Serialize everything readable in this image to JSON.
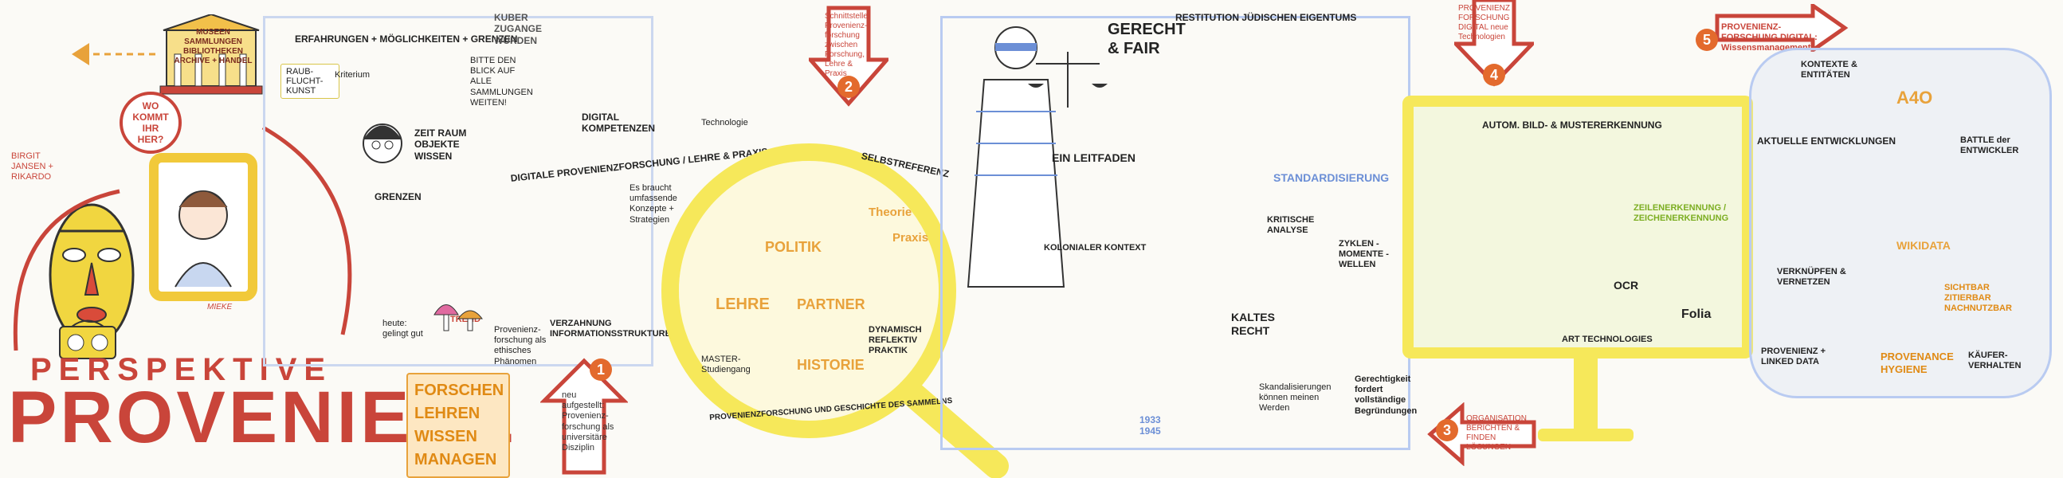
{
  "header": {
    "perspektive": "PERSPEKTIVE",
    "provenienz": "PROVENIENZ",
    "pillars": [
      "FORSCHEN",
      "LEHREN",
      "WISSEN",
      "MANAGEN"
    ],
    "museum_sign": "MUSEEN SAMMLUNGEN BIBLIOTHEKEN ARCHIVE + HANDEL",
    "speech": "WO KOMMT IHR HER?",
    "authors": "BIRGIT JANSEN + RIKARDO",
    "mieke": "MIEKE"
  },
  "section1": {
    "top_title": "ERFAHRUNGEN + MÖGLICHKEITEN + GRENZEN",
    "raubkunst": "RAUB-FLUCHT-KUNST",
    "kriterium": "Kriterium",
    "bitte": "BITTE DEN BLICK AUF ALLE SAMMLUNGEN WEITEN!",
    "zeit": "ZEIT RAUM OBJEKTE WISSEN",
    "grenzen": "GRENZEN",
    "trend": "TREND",
    "heute": "heute: gelingt gut",
    "provenienz_forschung": "Provenienz-forschung als ethisches Phänomen",
    "kuber": "KUBER ZUGANGE WURDEN",
    "digital": "DIGITALE PROVENIENZFORSCHUNG / LEHRE & PRAXIS",
    "digital_komp": "DIGITAL KOMPETENZEN",
    "technologie": "Technologie",
    "braucht": "Es braucht umfassende Konzepte + Strategien",
    "verzahnung": "VERZAHNUNG INFORMATIONSSTRUKTUREN",
    "arrow_num": "1",
    "arrow_text": "neu aufgestellt: Provenienz-forschung als universitäre Disziplin"
  },
  "section2": {
    "num": "2",
    "arrow_text": "Schnittstelle: Provenienz-forschung zwischen Forschung, Lehre & Praxis",
    "selbstreferenz": "SELBSTREFERENZ",
    "politik": "POLITIK",
    "lehre": "LEHRE",
    "partner": "PARTNER",
    "historie": "HISTORIE",
    "praxis": "Praxis",
    "theorie": "Theorie",
    "dynamisch": "DYNAMISCH REFLEKTIV PRAKTIK",
    "master": "MASTER-Studiengang",
    "ring_bottom": "PROVENIENZFORSCHUNG UND GESCHICHTE DES SAMMELNS"
  },
  "section3": {
    "gerecht": "GERECHT & FAIR",
    "restitution": "RESTITUTION JÜDISCHEN EIGENTUMS",
    "leitfaden": "EIN LEITFADEN",
    "kontext": "KOLONIALER KONTEXT",
    "standard": "STANDARDISIERUNG",
    "kritisch": "KRITISCHE ANALYSE",
    "kaltes": "KALTES RECHT",
    "zyklen": "ZYKLEN - MOMENTE - WELLEN",
    "skandal": "Skandalisierungen können meinen Werden",
    "gerecht_verlangt": "Gerechtigkeit fordert vollständige Begründungen",
    "nazi": "1933 1945"
  },
  "section4": {
    "num": "4",
    "heading": "PROVENIENZ FORSCHUNG DIGITAL neue Technologien",
    "bild": "AUTOM. BILD- & MUSTERERKENNUNG",
    "zeilen": "ZEILENERKENNUNG / ZEICHENERKENNUNG",
    "folia": "Folia",
    "ocr": "OCR",
    "art_tech": "ART TECHNOLOGIES",
    "num3": "3",
    "bottom": "ORGANISATION BERICHTEN & FINDEN LÖSUNGEN"
  },
  "section5": {
    "num": "5",
    "heading": "PROVENIENZ-FORSCHUNG DIGITAL: Wissensmanagement",
    "kontexte": "KONTEXTE & ENTITÄTEN",
    "a40": "A4O",
    "entwicklungen": "AKTUELLE ENTWICKLUNGEN",
    "battle": "BATTLE der ENTWICKLER",
    "wikidata": "WIKIDATA",
    "sichtbar": "SICHTBAR ZITIERBAR NACHNUTZBAR",
    "linked": "PROVENIENZ + LINKED DATA",
    "hygiene": "PROVENANCE HYGIENE",
    "kaufer": "KÄUFER-VERHALTEN",
    "verknuepfen": "VERKNÜPFEN & VERNETZEN"
  },
  "colors": {
    "red": "#c9453a",
    "orange": "#e08a14",
    "yellow": "#f6e85a",
    "blue": "#7f9fd6",
    "green": "#9fd23a"
  }
}
